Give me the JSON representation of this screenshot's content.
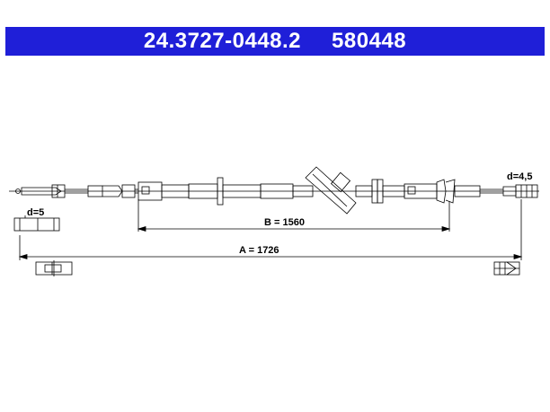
{
  "header": {
    "part_number": "24.3727-0448.2",
    "ref_number": "580448",
    "bg_color": "#1f1fd8"
  },
  "dimensions": {
    "a_label": "A = 1726",
    "b_label": "B = 1560",
    "d_left_label": "d=5",
    "d_right_label": "d=4,5"
  }
}
